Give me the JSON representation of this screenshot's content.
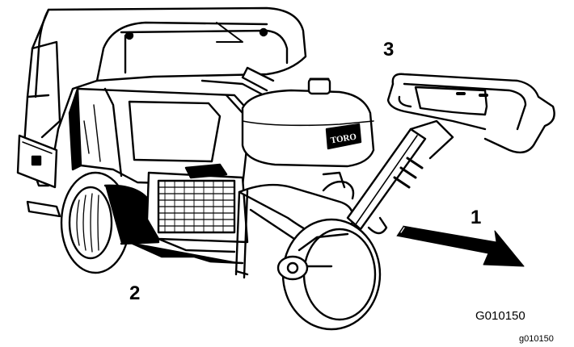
{
  "callouts": {
    "one": "1",
    "two": "2",
    "three": "3"
  },
  "figure_id_large": "G010150",
  "figure_id_small": "g010150",
  "brand_plate": "TORO",
  "colors": {
    "ink": "#000000",
    "paper": "#ffffff"
  }
}
